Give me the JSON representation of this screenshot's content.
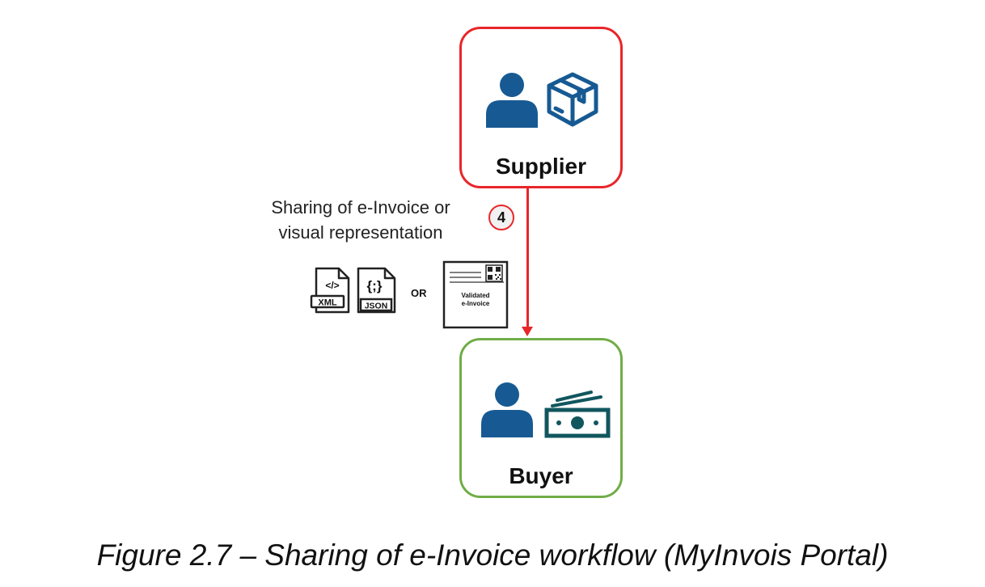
{
  "supplier": {
    "label": "Supplier",
    "person_icon": "person-icon",
    "package_icon": "package-icon",
    "border_color": "#e8262a"
  },
  "buyer": {
    "label": "Buyer",
    "person_icon": "person-icon",
    "cash_icon": "cash-icon",
    "border_color": "#71ad47"
  },
  "step": {
    "number": "4",
    "text_line1": "Sharing of e-Invoice or",
    "text_line2": "visual representation",
    "arrow_color": "#e8262a"
  },
  "formats": {
    "xml_label": "XML",
    "xml_symbol": "</>",
    "json_label": "JSON",
    "json_symbol": "{;}",
    "or_label": "OR",
    "document_line1": "Validated",
    "document_line2": "e-Invoice"
  },
  "caption": "Figure 2.7 – Sharing of e-Invoice workflow (MyInvois Portal)",
  "colors": {
    "icon_blue": "#175a93",
    "icon_teal": "#11565e"
  }
}
